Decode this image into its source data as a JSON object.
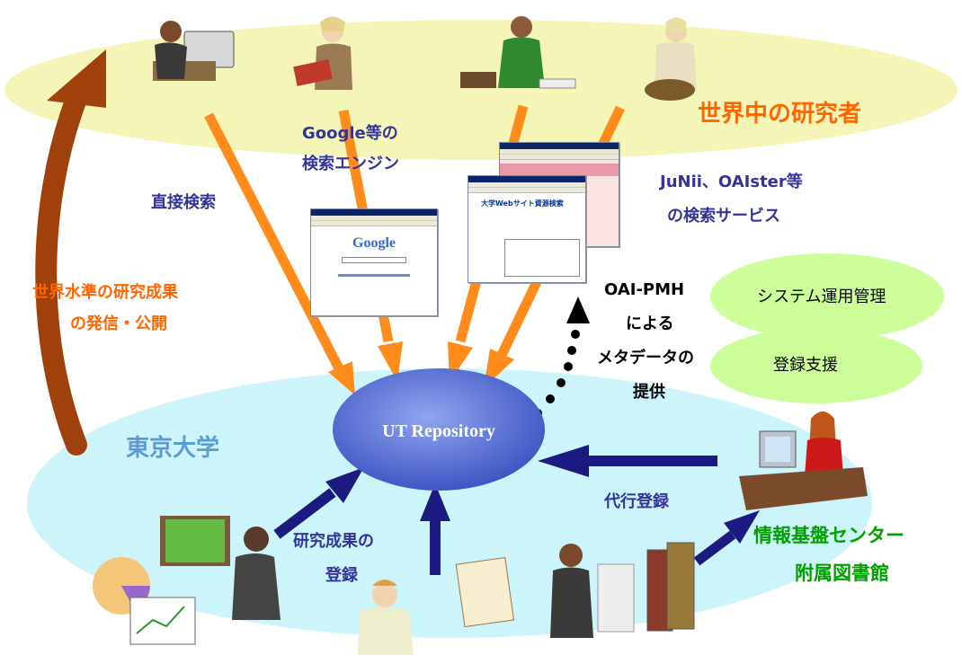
{
  "top_ellipse_label": "世界中の研究者",
  "left_ellipse_label": "東京大学",
  "center_node": "UT Repository",
  "labels": {
    "direct_search": "直接検索",
    "search_engine_line1": "Google等の",
    "search_engine_line2": "検索エンジン",
    "services_line1": "JuNii、OAIster等",
    "services_line2": "の検索サービス",
    "dissemination_line1": "世界水準の研究成果",
    "dissemination_line2": "の発信・公開",
    "oai_line1": "OAI-PMH",
    "oai_line2": "による",
    "oai_line3": "メタデータの",
    "oai_line4": "提供",
    "register_line1": "研究成果の",
    "register_line2": "登録",
    "proxy_register": "代行登録",
    "center_line1": "情報基盤センター",
    "center_line2": "附属図書館"
  },
  "bubbles": {
    "ops": "システム運用管理",
    "support": "登録支援"
  },
  "screens": {
    "google_logo": "Google",
    "portal_title": "大学Webサイト資源検索"
  },
  "colors": {
    "top_ellipse": "#f5f5b8",
    "bottom_ellipse": "#ccf5fb",
    "orange_arrow": "#ff8c1a",
    "navy_arrow": "#1a1a80",
    "brown_arrow": "#a0400a",
    "node": "#5b73d4",
    "bubble": "#ccff99"
  }
}
